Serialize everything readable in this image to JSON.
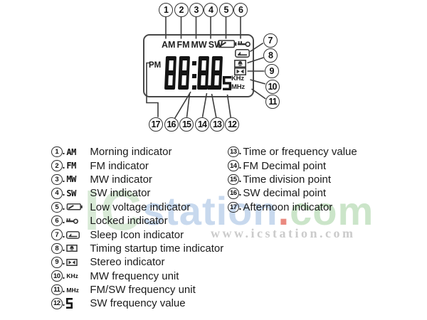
{
  "display": {
    "bands": [
      "AM",
      "FM",
      "MW",
      "SW"
    ],
    "pm": "PM",
    "time_digits": "88:88",
    "sw_digit": "5",
    "khz": "KHz",
    "mhz": "MHz"
  },
  "callouts": {
    "top": [
      "1",
      "2",
      "3",
      "4",
      "5",
      "6"
    ],
    "right": [
      "7",
      "8",
      "9",
      "10",
      "11"
    ],
    "bottom": [
      "17",
      "16",
      "15",
      "14",
      "13",
      "12"
    ]
  },
  "legend": {
    "num_suffix": ".",
    "left": [
      {
        "num": "1",
        "symbol": "AM",
        "desc": "Morning indicator"
      },
      {
        "num": "2",
        "symbol": "FM",
        "desc": "FM indicator"
      },
      {
        "num": "3",
        "symbol": "MW",
        "desc": "MW indicator"
      },
      {
        "num": "4",
        "symbol": "SW",
        "desc": "SW indicator"
      },
      {
        "num": "5",
        "symbol": "battery-icon",
        "desc": "Low voltage indicator"
      },
      {
        "num": "6",
        "symbol": "key-icon",
        "desc": "Locked indicator"
      },
      {
        "num": "7",
        "symbol": "sleep-icon",
        "desc": "Sleep Icon indicator"
      },
      {
        "num": "8",
        "symbol": "alarm-icon",
        "desc": "Timing startup time indicator"
      },
      {
        "num": "9",
        "symbol": "stereo-icon",
        "desc": "Stereo indicator"
      },
      {
        "num": "10",
        "symbol": "KHz",
        "desc": "MW frequency unit"
      },
      {
        "num": "11",
        "symbol": "MHz",
        "desc": "FM/SW frequency unit"
      },
      {
        "num": "12",
        "symbol": "5",
        "desc": "SW frequency value"
      }
    ],
    "right": [
      {
        "num": "13",
        "desc": "Time or frequency value"
      },
      {
        "num": "14",
        "desc": "FM Decimal point"
      },
      {
        "num": "15",
        "desc": "Time division point"
      },
      {
        "num": "16",
        "desc": "SW decimal point"
      },
      {
        "num": "17",
        "desc": "Afternoon indicator"
      }
    ]
  },
  "watermark": {
    "big_prefix": "IC",
    "big_mid": "station",
    "big_dot": ".",
    "big_suffix": "com",
    "small": "www.icstation.com",
    "colors": {
      "prefix": "#d9ead7",
      "mid": "#c8d9ee",
      "dot": "#ea8a80",
      "suffix": "#cbe5c9",
      "small": "#cbcbcb"
    }
  }
}
